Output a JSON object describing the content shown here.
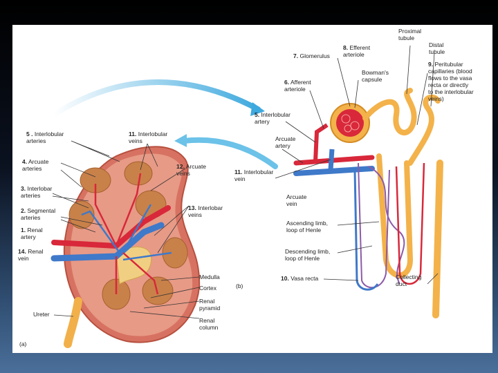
{
  "figure": {
    "panel_a": "(a)",
    "panel_b": "(b)"
  },
  "kidney_labels": [
    {
      "key": "interlobular_arteries",
      "num": "5 .",
      "text": "Interlobular\narteries"
    },
    {
      "key": "interlobular_veins_top",
      "num": "11.",
      "text": "Interlobular\nveins"
    },
    {
      "key": "arcuate_arteries",
      "num": "4.",
      "text": "Arcuate\narteries"
    },
    {
      "key": "arcuate_veins",
      "num": "12.",
      "text": "Arcuate\nveins"
    },
    {
      "key": "interlobar_arteries",
      "num": "3.",
      "text": "Interlobar\narteries"
    },
    {
      "key": "interlobar_veins",
      "num": "13.",
      "text": "Interlobar\nveins"
    },
    {
      "key": "segmental_arteries",
      "num": "2.",
      "text": "Segmental\narteries"
    },
    {
      "key": "renal_artery",
      "num": "1.",
      "text": "Renal\nartery"
    },
    {
      "key": "renal_vein",
      "num": "14.",
      "text": "Renal\nvein"
    },
    {
      "key": "ureter",
      "num": "",
      "text": "Ureter"
    },
    {
      "key": "medulla",
      "num": "",
      "text": "Medulla"
    },
    {
      "key": "cortex",
      "num": "",
      "text": "Cortex"
    },
    {
      "key": "renal_pyramid",
      "num": "",
      "text": "Renal\npyramid"
    },
    {
      "key": "renal_column",
      "num": "",
      "text": "Renal\ncolumn"
    }
  ],
  "nephron_labels": [
    {
      "key": "proximal_tubule",
      "num": "",
      "text": "Proximal\ntubule"
    },
    {
      "key": "distal_tubule",
      "num": "",
      "text": "Distal\ntubule"
    },
    {
      "key": "efferent_arteriole",
      "num": "8.",
      "text": "Efferent\narteriole"
    },
    {
      "key": "glomerulus",
      "num": "7.",
      "text": "Glomerulus"
    },
    {
      "key": "bowmans_capsule",
      "num": "",
      "text": "Bowman's\ncapsule"
    },
    {
      "key": "afferent_arteriole",
      "num": "6.",
      "text": "Afferent\narteriole"
    },
    {
      "key": "peritubular",
      "num": "9.",
      "text": "Peritubular\ncapillaries (blood\nflows to the vasa\nrecta or directly\nto the interlobular\nveins)"
    },
    {
      "key": "interlobar_artery_b",
      "num": "5.",
      "text": "Interlobular\nartery"
    },
    {
      "key": "arcuate_artery_b",
      "num": "",
      "text": "Arcuate\nartery"
    },
    {
      "key": "interlobular_vein_b",
      "num": "11.",
      "text": "Interlobular\nvein"
    },
    {
      "key": "arcuate_vein_b",
      "num": "",
      "text": "Arcuate\nvein"
    },
    {
      "key": "ascending_limb",
      "num": "",
      "text": "Ascending limb,\nloop of Henle"
    },
    {
      "key": "descending_limb",
      "num": "",
      "text": "Descending limb,\nloop of Henle"
    },
    {
      "key": "vasa_recta",
      "num": "10.",
      "text": "Vasa recta"
    },
    {
      "key": "collecting_duct",
      "num": "",
      "text": "Collecting\nduct"
    }
  ],
  "colors": {
    "artery": "#d8283a",
    "vein": "#3f79c9",
    "cortex": "#e79a86",
    "pyramid": "#c9814a",
    "tubule": "#f3b24a",
    "arrow": "#6cc2e8"
  }
}
